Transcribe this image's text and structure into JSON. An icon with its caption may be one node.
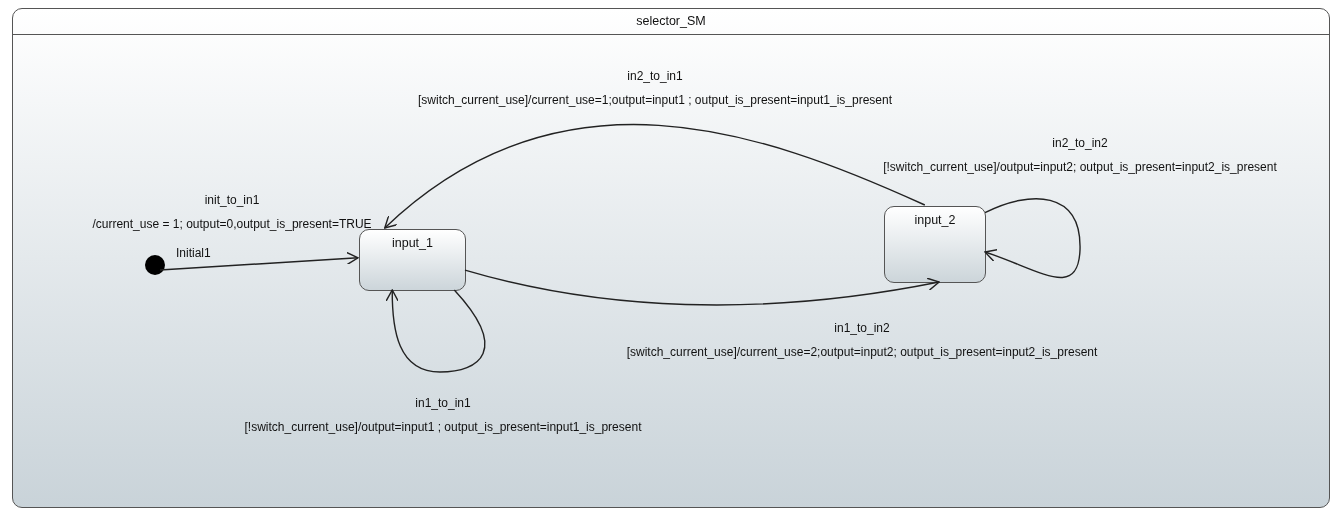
{
  "diagram": {
    "nodes": [
      {
        "text": [
          "selector_SM"
        ]
      },
      {
        "text": [],
        "shape": "circle",
        "beside": [
          "Initial1"
        ],
        "in": 0
      },
      {
        "text": [
          "input_1"
        ],
        "in": 0
      },
      {
        "text": [
          "input_2"
        ],
        "in": 0
      }
    ],
    "edges": [
      {
        "from": 1,
        "to": 2,
        "arrow": "to",
        "label": "init_to_in1 /current_use = 1; output=0,output_is_present=TRUE"
      },
      {
        "from": 3,
        "to": 2,
        "arrow": "to",
        "label": "in2_to_in1 [switch_current_use]/current_use=1;output=input1 ; output_is_present=input1_is_present"
      },
      {
        "from": 2,
        "to": 2,
        "arrow": "to",
        "label": "in1_to_in1 [!switch_current_use]/output=input1 ; output_is_present=input1_is_present"
      },
      {
        "from": 2,
        "to": 3,
        "arrow": "to",
        "label": "in1_to_in2 [switch_current_use]/current_use=2;output=input2; output_is_present=input2_is_present"
      },
      {
        "from": 3,
        "to": 3,
        "arrow": "to",
        "label": "in2_to_in2 [!switch_current_use]/output=input2; output_is_present=input2_is_present"
      }
    ]
  }
}
